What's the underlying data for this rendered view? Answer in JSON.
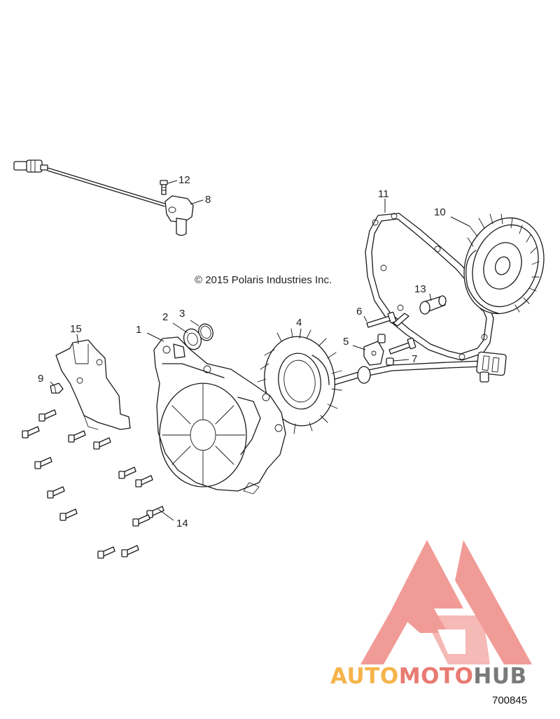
{
  "copyright": "© 2015 Polaris Industries Inc.",
  "document_number": "700845",
  "watermark": {
    "brand_part1": "AUTOMOTO",
    "brand_part2": "HUB",
    "color_part1": "#f5b44a",
    "color_moto": "#e87b72",
    "color_part2": "#7a7a7a",
    "logo_color": "#ef8a86"
  },
  "callouts": [
    "1",
    "2",
    "3",
    "4",
    "5",
    "6",
    "7",
    "8",
    "9",
    "10",
    "11",
    "12",
    "13",
    "14",
    "15"
  ],
  "parts": [
    {
      "callout": "1",
      "icon": "stator-cover-icon"
    },
    {
      "callout": "2",
      "icon": "seal-icon"
    },
    {
      "callout": "3",
      "icon": "retaining-ring-icon"
    },
    {
      "callout": "4",
      "icon": "stator-icon"
    },
    {
      "callout": "5",
      "icon": "wire-clamp-icon"
    },
    {
      "callout": "6",
      "icon": "bolt-icon"
    },
    {
      "callout": "7",
      "icon": "screw-icon"
    },
    {
      "callout": "8",
      "icon": "speed-sensor-icon"
    },
    {
      "callout": "9",
      "icon": "clip-icon"
    },
    {
      "callout": "10",
      "icon": "flywheel-icon"
    },
    {
      "callout": "11",
      "icon": "gasket-icon"
    },
    {
      "callout": "12",
      "icon": "bolt-icon"
    },
    {
      "callout": "13",
      "icon": "bushing-icon"
    },
    {
      "callout": "14",
      "icon": "bolt-icon"
    },
    {
      "callout": "15",
      "icon": "bracket-icon"
    }
  ]
}
